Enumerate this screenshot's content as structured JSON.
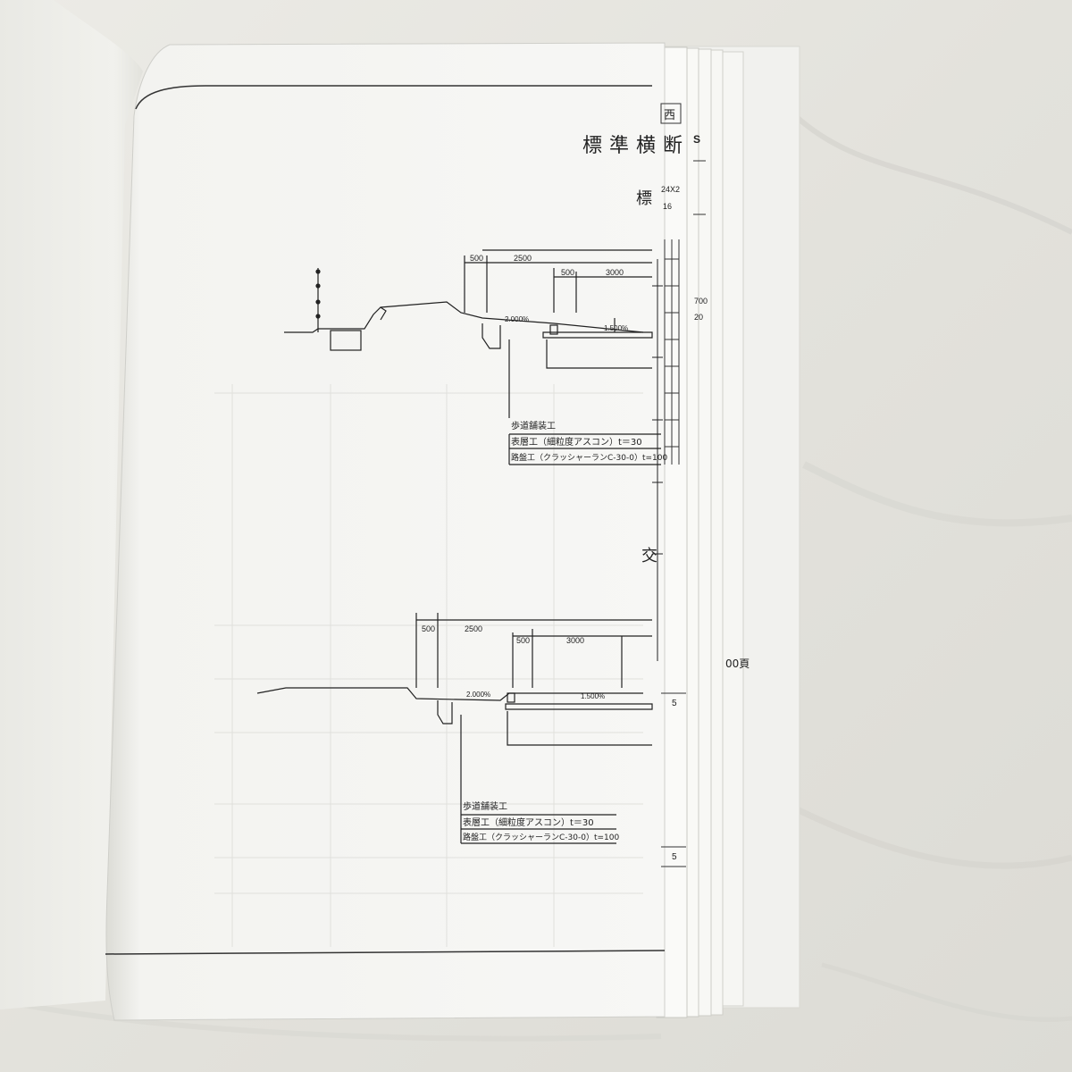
{
  "drawing": {
    "title": "標準横断",
    "section_top_label": "標",
    "section_bottom_label": "交",
    "top_section": {
      "dims": [
        "500",
        "2500",
        "500",
        "3000"
      ],
      "slope_left": "2.000%",
      "slope_right": "1.500%",
      "note_title": "歩道舗装工",
      "note_line1": "表層工（細粒度アスコン）t＝30",
      "note_line2": "路盤工（クラッシャーランC-30-0）t=100"
    },
    "bottom_section": {
      "dims": [
        "500",
        "2500",
        "500",
        "3000"
      ],
      "slope_left": "2.000%",
      "slope_right": "1.500%",
      "note_title": "歩道舗装工",
      "note_line1": "表層工（細粒度アスコン）t＝30",
      "note_line2": "路盤工（クラッシャーランC-30-0）t=100"
    }
  },
  "stacked_pages": {
    "tab_top_1": "西",
    "tab_top_2": "S",
    "code_1": "24X2",
    "code_2": "16",
    "dim_700": "700",
    "dim_20": "20",
    "page_ref": "00頁",
    "small_5a": "5",
    "small_5b": "5"
  }
}
